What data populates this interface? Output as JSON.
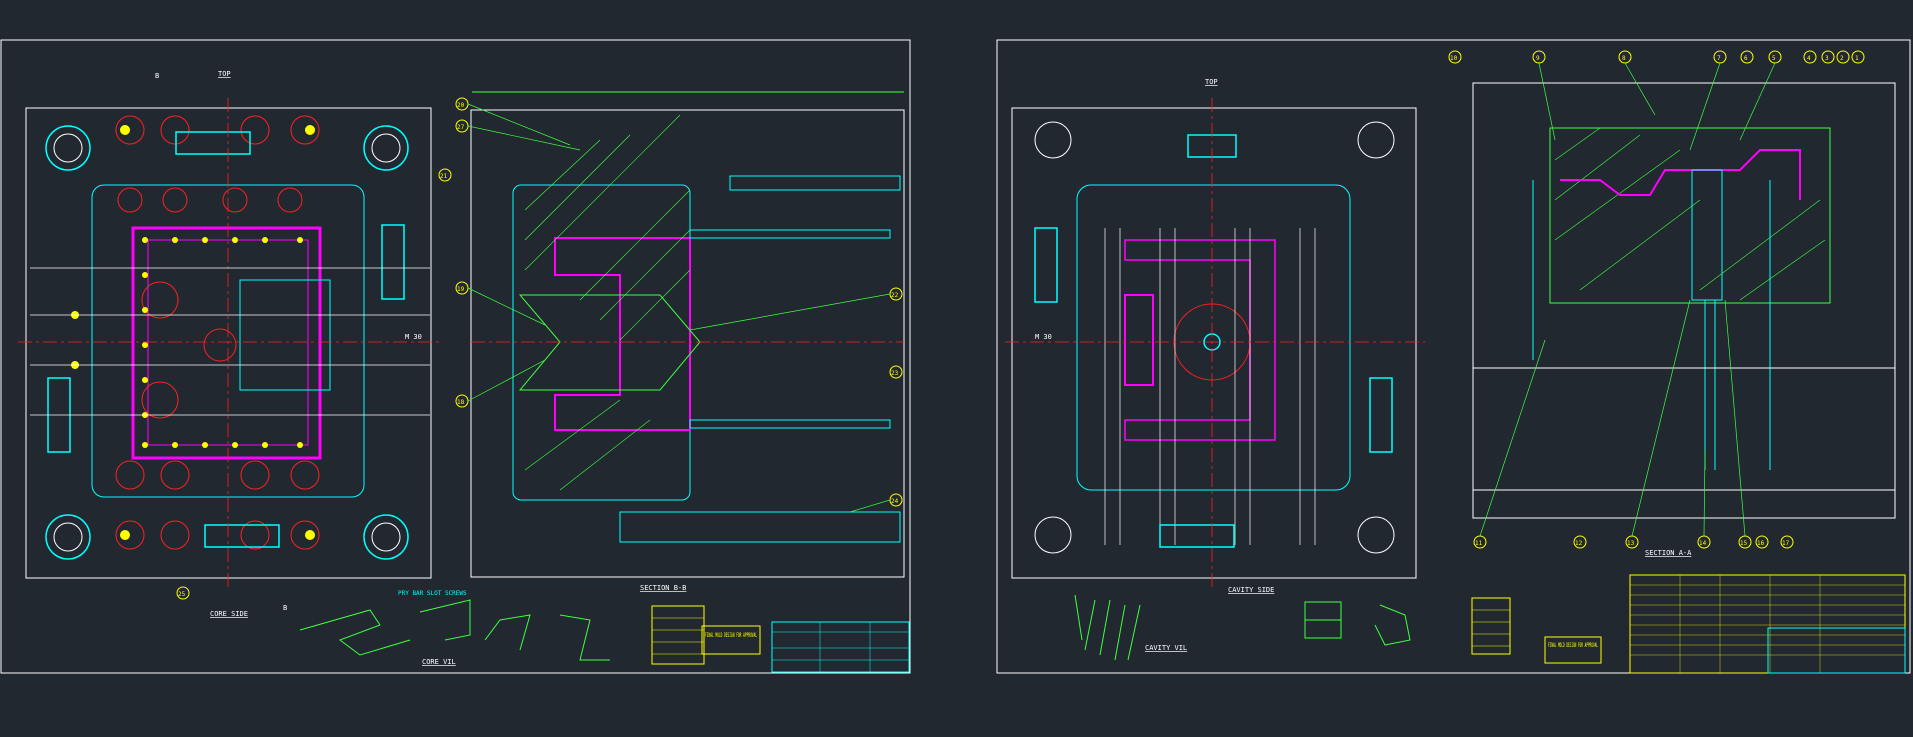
{
  "colors": {
    "background": "#212830",
    "frame": "#ffffff",
    "plate": "#ffffff",
    "cyan": "#00ffff",
    "yellow": "#ffff00",
    "red": "#ff2020",
    "magenta": "#ff00ff",
    "green": "#3fff3f"
  },
  "sheet1": {
    "top_label": "TOP",
    "section_marker": "B",
    "core_side_label": "CORE SIDE",
    "section_title": "SECTION B-B",
    "core_view_label": "CORE VIL",
    "pry_bar_note": "PRY BAR SLOT SCREWS",
    "m30_label": "M 30",
    "balloons_section": [
      "20",
      "27",
      "21",
      "19",
      "18",
      "22",
      "23",
      "24",
      "25"
    ],
    "approval_box": "FINAL MOLD DESIGN FOR APPROVAL"
  },
  "sheet2": {
    "top_label": "TOP",
    "cavity_side_label": "CAVITY SIDE",
    "section_title": "SECTION A-A",
    "cavity_view_label": "CAVITY VIL",
    "m30_label": "M 30",
    "balloons_top": [
      "10",
      "9",
      "8",
      "7",
      "6",
      "5",
      "4",
      "3",
      "2",
      "1"
    ],
    "balloons_bottom": [
      "11",
      "12",
      "13",
      "14",
      "15",
      "16",
      "17"
    ],
    "approval_box": "FINAL MOLD DESIGN FOR APPROVAL"
  }
}
